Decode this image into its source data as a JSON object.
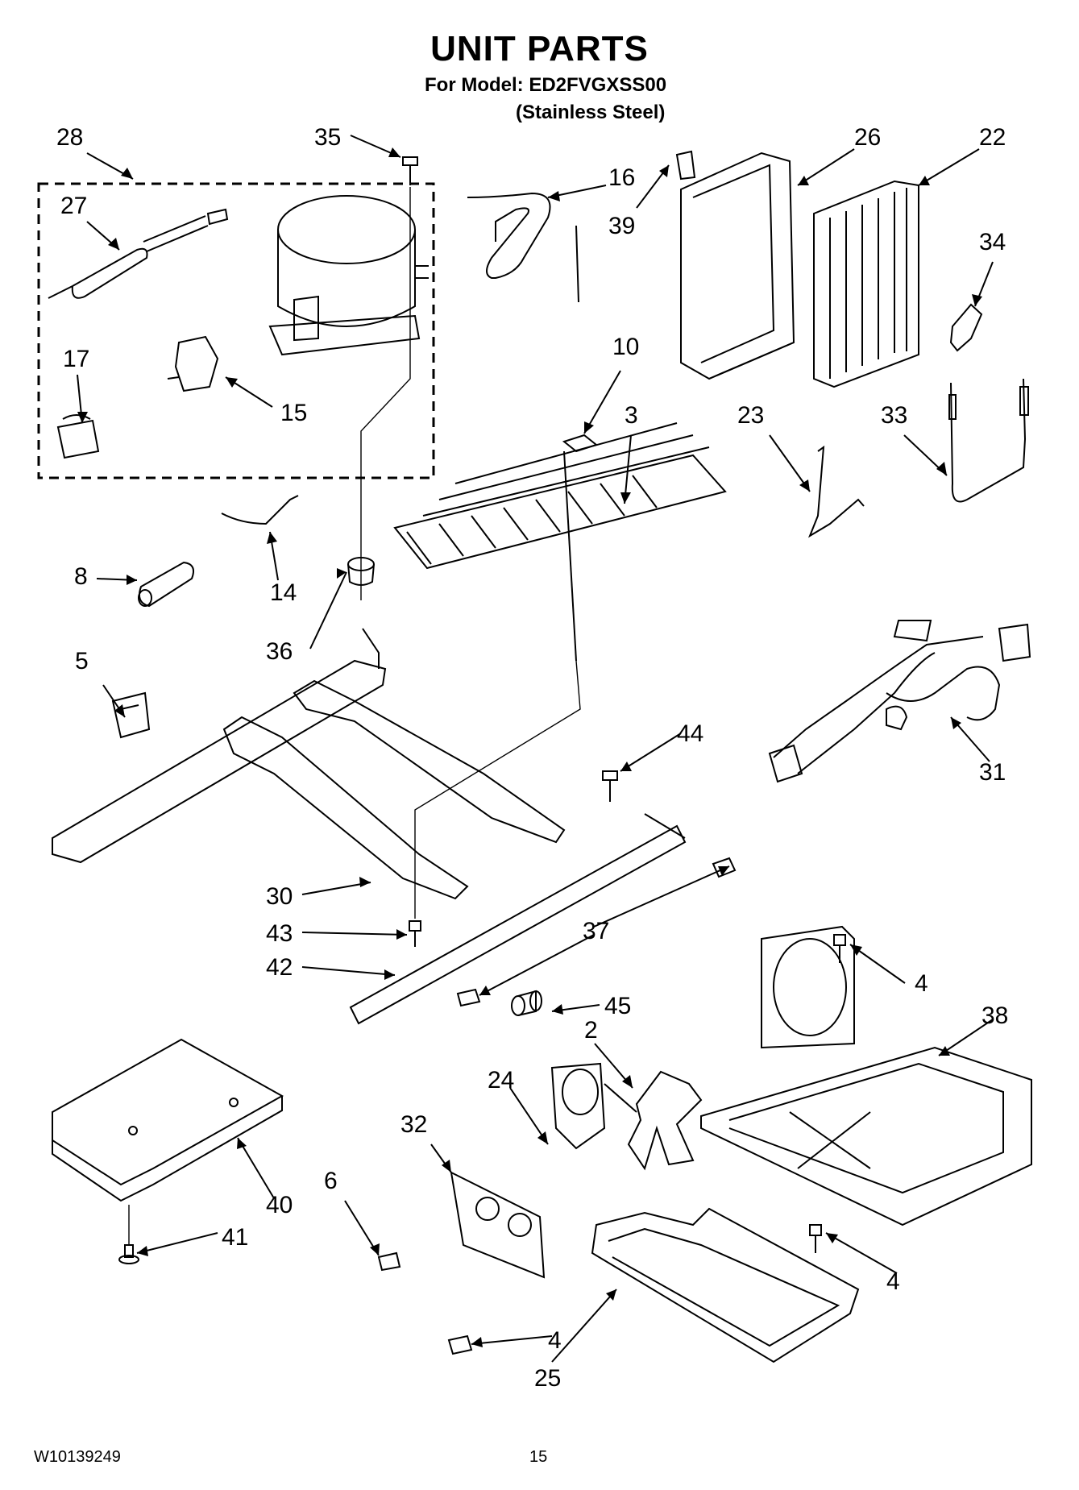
{
  "title": "UNIT PARTS",
  "model_line": "For Model: ED2FVGXSS00",
  "finish_line": "(Stainless Steel)",
  "doc_number": "W10139249",
  "page_number": "15",
  "callouts": [
    "28",
    "35",
    "27",
    "17",
    "15",
    "16",
    "39",
    "26",
    "22",
    "34",
    "10",
    "3",
    "23",
    "33",
    "14",
    "8",
    "36",
    "5",
    "44",
    "31",
    "30",
    "43",
    "37",
    "42",
    "45",
    "4",
    "38",
    "2",
    "24",
    "32",
    "6",
    "40",
    "41",
    "4",
    "25",
    "4"
  ]
}
